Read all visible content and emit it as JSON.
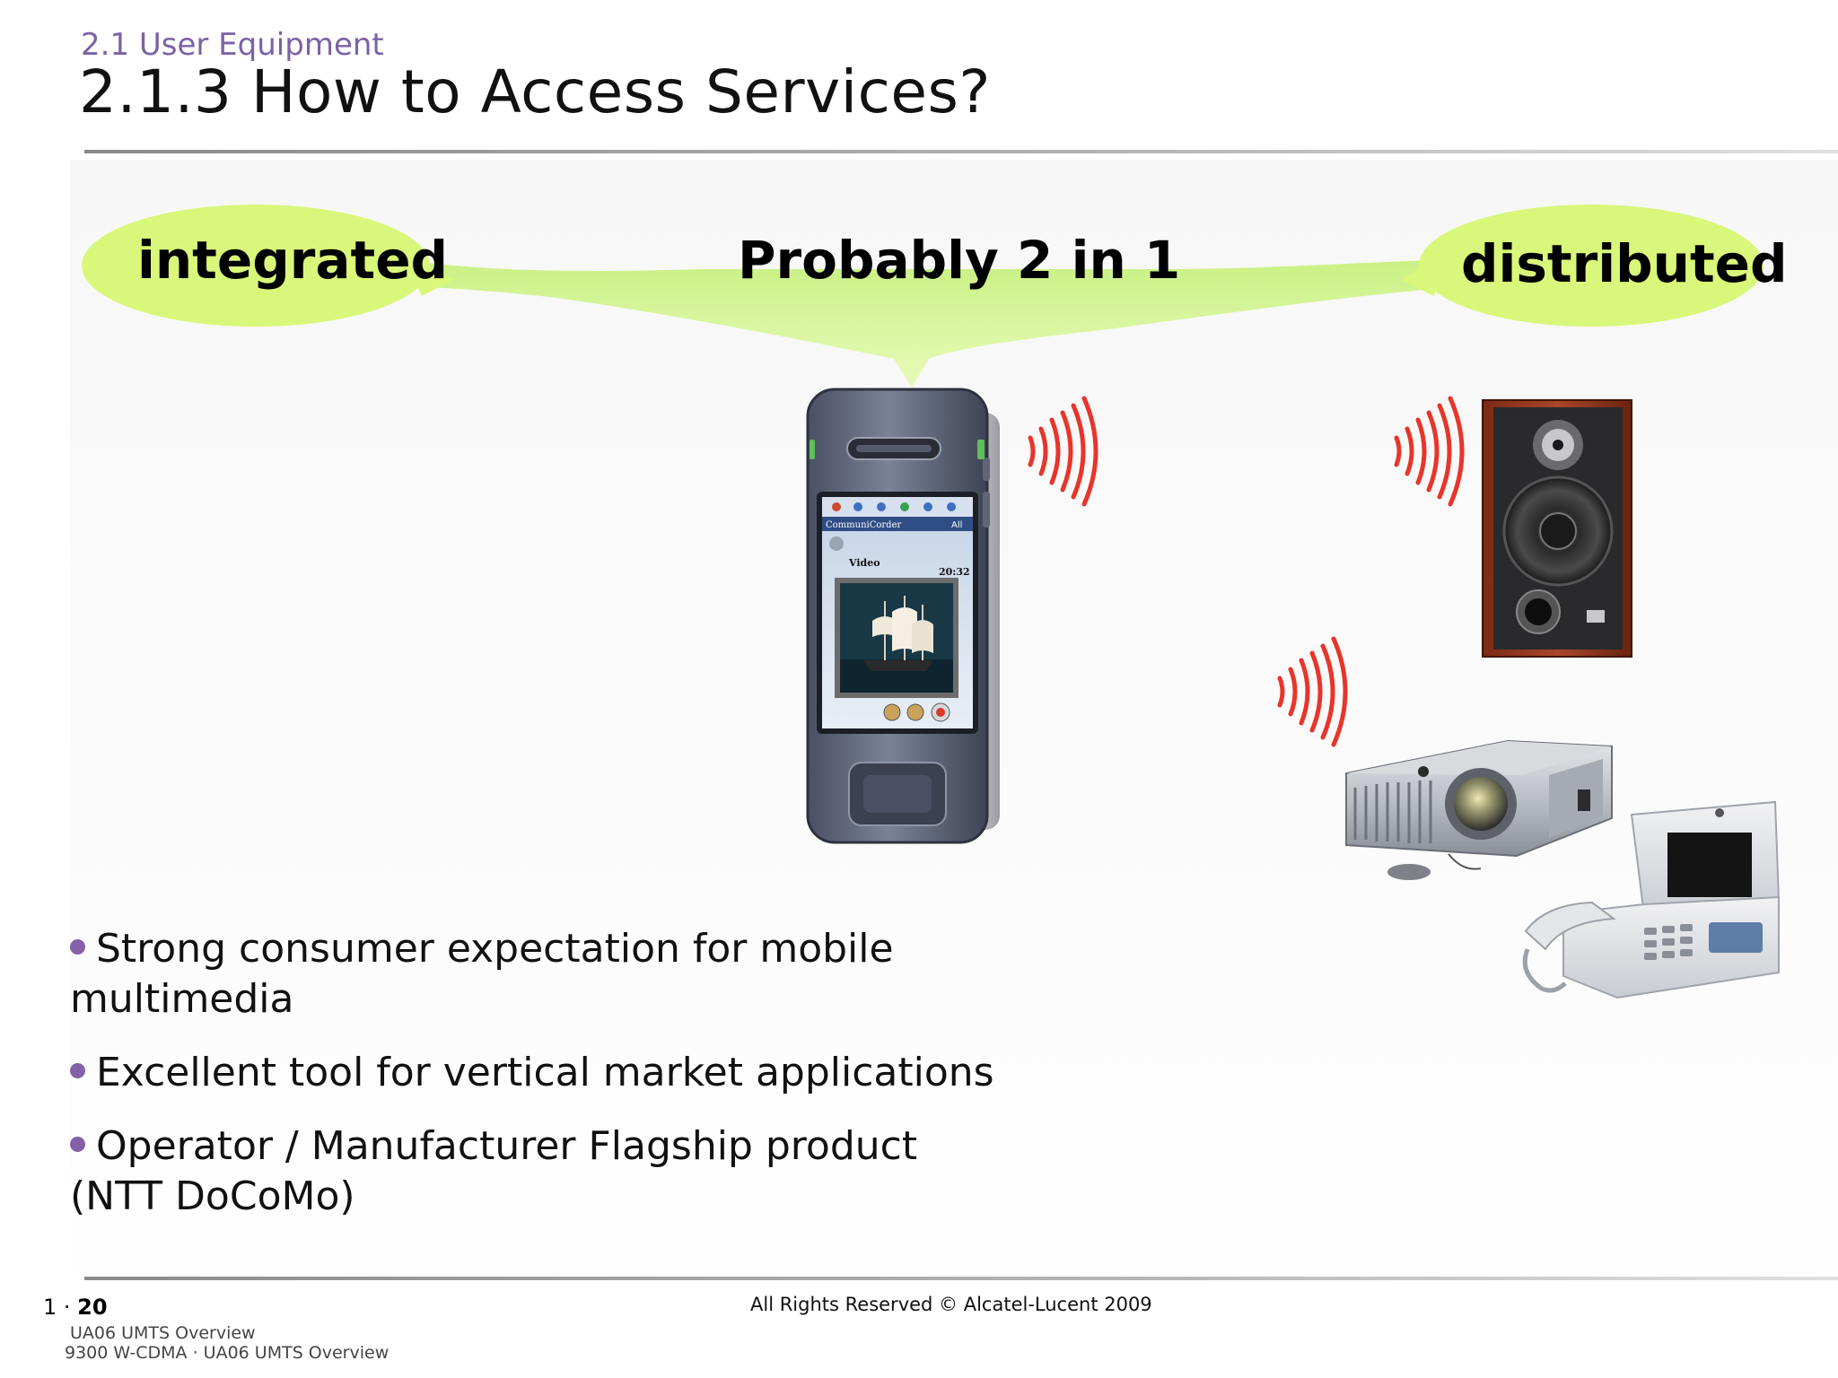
{
  "header": {
    "section": "2.1 User Equipment",
    "title": "2.1.3 How to Access Services?"
  },
  "bubbles": {
    "left": "integrated",
    "center": "Probably 2 in 1",
    "right": "distributed"
  },
  "bullets": [
    "Strong consumer expectation for mobile multimedia",
    "Excellent tool for vertical market applications",
    "Operator / Manufacturer Flagship product (NTT DoCoMo)"
  ],
  "phone_screen": {
    "app_name": "CommuniCorder",
    "filter": "All",
    "mode": "Video",
    "time": "20:32"
  },
  "footer": {
    "page_prefix": "1 · ",
    "page_number": "20",
    "copyright": "All Rights Reserved © Alcatel-Lucent 2009",
    "line1": "UA06 UMTS Overview",
    "line2": "9300 W-CDMA · UA06 UMTS Overview"
  },
  "colors": {
    "bubble_fill": "#d9f77a",
    "accent_purple": "#7b62a6",
    "signal_red": "#e8352a"
  }
}
